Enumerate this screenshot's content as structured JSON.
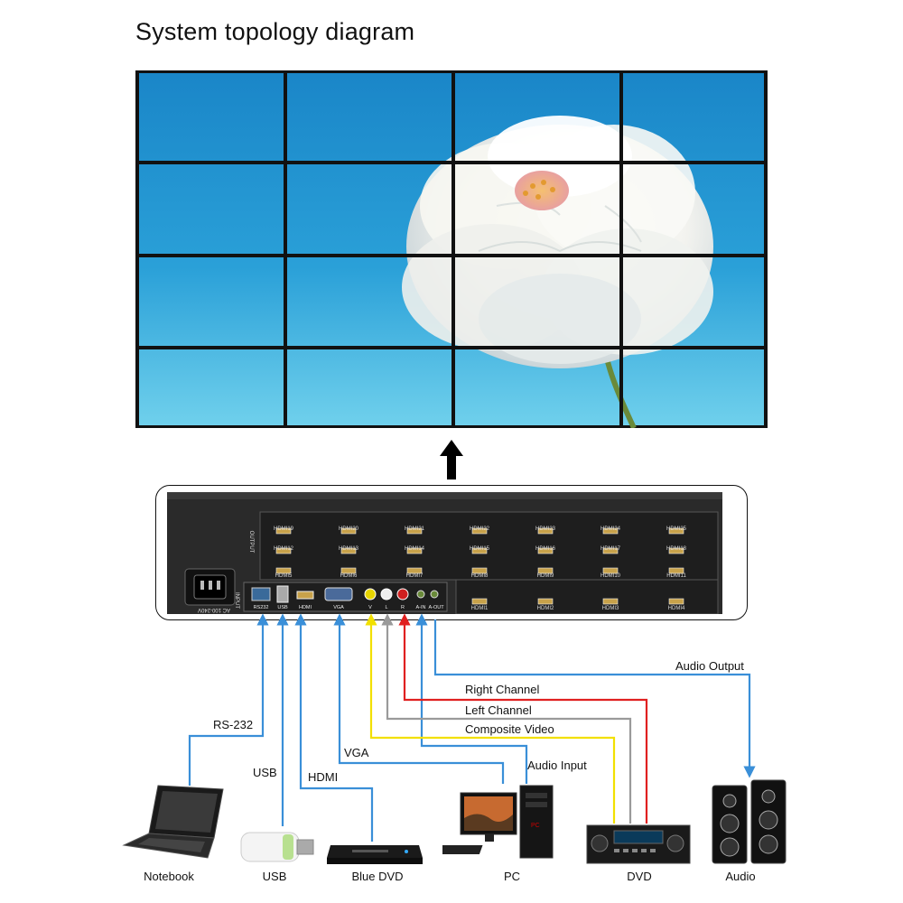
{
  "title": "System topology diagram",
  "video_wall": {
    "rows": 4,
    "cols": 4
  },
  "device": {
    "output_label": "OUTPUT",
    "input_label": "INPUT",
    "power_label": "AC 100-240V",
    "hdmi_outputs_row1": [
      "HDMI19",
      "HDMI20",
      "HDMI21",
      "HDMI22",
      "HDMI23",
      "HDMI24",
      "HDMI25"
    ],
    "hdmi_outputs_row2": [
      "HDMI12",
      "HDMI13",
      "HDMI14",
      "HDMI15",
      "HDMI16",
      "HDMI17",
      "HDMI18"
    ],
    "hdmi_outputs_row3": [
      "HDMI5",
      "HDMI6",
      "HDMI7",
      "HDMI8",
      "HDMI9",
      "HDMI10",
      "HDMI11"
    ],
    "hdmi_outputs_row4": [
      "HDMI1",
      "HDMI2",
      "HDMI3",
      "HDMI4"
    ],
    "input_ports": [
      "RS232",
      "USB",
      "HDMI",
      "VGA",
      "V",
      "L",
      "R",
      "A-IN",
      "A-OUT"
    ]
  },
  "connections": {
    "rs232": "RS-232",
    "usb": "USB",
    "hdmi": "HDMI",
    "vga": "VGA",
    "right_channel": "Right Channel",
    "left_channel": "Left Channel",
    "composite_video": "Composite Video",
    "audio_input": "Audio Input",
    "audio_output": "Audio Output"
  },
  "devices": {
    "notebook": "Notebook",
    "usb": "USB",
    "blue_dvd": "Blue DVD",
    "pc": "PC",
    "dvd": "DVD",
    "audio": "Audio"
  },
  "colors": {
    "blue": "#3a8fd8",
    "yellow": "#f2e000",
    "red": "#e02020",
    "gray": "#9a9a9a"
  }
}
